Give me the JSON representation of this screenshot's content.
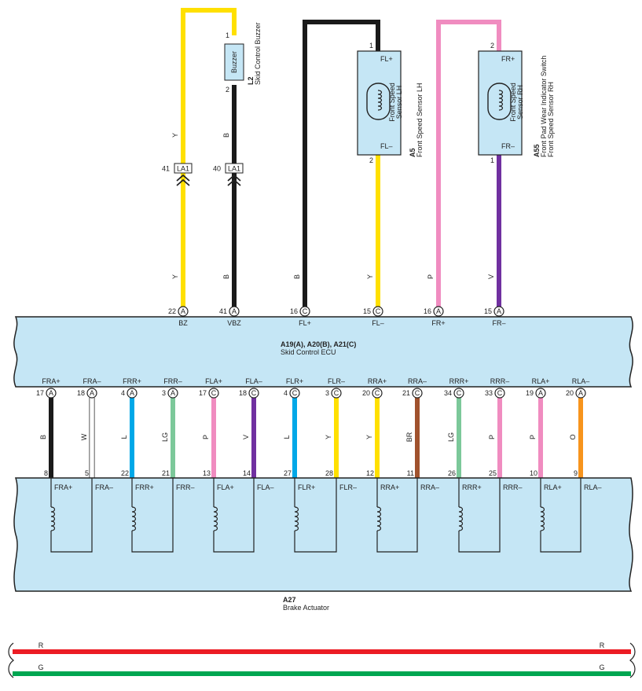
{
  "colors": {
    "Y": "#ffe000",
    "B": "#1a1a1a",
    "P": "#f08cc0",
    "V": "#7030a0",
    "W": "#ffffff",
    "L": "#00a8e8",
    "LG": "#7cc89a",
    "BR": "#a0522d",
    "O": "#f7941d",
    "R": "#ec1c24",
    "G": "#00a651",
    "box_fill": "#c5e6f5",
    "box_stroke": "#222222"
  },
  "ecu": {
    "code": "A19(A), A20(B), A21(C)",
    "name": "Skid Control ECU",
    "top_terminals": [
      {
        "pin": "22",
        "conn": "A",
        "label": "BZ"
      },
      {
        "pin": "41",
        "conn": "A",
        "label": "VBZ"
      },
      {
        "pin": "16",
        "conn": "C",
        "label": "FL+"
      },
      {
        "pin": "15",
        "conn": "C",
        "label": "FL–"
      },
      {
        "pin": "16",
        "conn": "A",
        "label": "FR+"
      },
      {
        "pin": "15",
        "conn": "A",
        "label": "FR–"
      }
    ],
    "bottom_terminals": [
      {
        "pin": "17",
        "conn": "A",
        "label": "FRA+"
      },
      {
        "pin": "18",
        "conn": "A",
        "label": "FRA–"
      },
      {
        "pin": "4",
        "conn": "A",
        "label": "FRR+"
      },
      {
        "pin": "3",
        "conn": "A",
        "label": "FRR–"
      },
      {
        "pin": "17",
        "conn": "C",
        "label": "FLA+"
      },
      {
        "pin": "18",
        "conn": "C",
        "label": "FLA–"
      },
      {
        "pin": "4",
        "conn": "C",
        "label": "FLR+"
      },
      {
        "pin": "3",
        "conn": "C",
        "label": "FLR–"
      },
      {
        "pin": "20",
        "conn": "C",
        "label": "RRA+"
      },
      {
        "pin": "21",
        "conn": "C",
        "label": "RRA–"
      },
      {
        "pin": "34",
        "conn": "C",
        "label": "RRR+"
      },
      {
        "pin": "33",
        "conn": "C",
        "label": "RRR–"
      },
      {
        "pin": "19",
        "conn": "A",
        "label": "RLA+"
      },
      {
        "pin": "20",
        "conn": "A",
        "label": "RLA–"
      }
    ]
  },
  "top_wires": [
    {
      "color": "Y",
      "upper_color_label": "Y",
      "lower_color_label": "Y"
    },
    {
      "color": "B",
      "upper_color_label": "B",
      "lower_color_label": "B"
    },
    {
      "color": "B",
      "lower_color_label": "B"
    },
    {
      "color": "Y",
      "lower_color_label": "Y"
    },
    {
      "color": "P",
      "lower_color_label": "P"
    },
    {
      "color": "V",
      "lower_color_label": "V"
    }
  ],
  "junctions": [
    {
      "pin": "41",
      "name": "LA1"
    },
    {
      "pin": "40",
      "name": "LA1"
    }
  ],
  "buzzer": {
    "code": "L2",
    "name": "Skid Control Buzzer",
    "inner_label": "Buzzer",
    "pin_top": "1",
    "pin_bottom": "2"
  },
  "sensor_lh": {
    "code": "A5",
    "name": "Front Speed Sensor LH",
    "inner_label_1": "Front Speed",
    "inner_label_2": "Sensor LH",
    "term_top": "FL+",
    "term_bottom": "FL–",
    "pin_top": "1",
    "pin_bottom": "2"
  },
  "sensor_rh": {
    "code": "A55",
    "name_1": "Front Pad Wear Indicator Switch",
    "name_2": "Front Speed Sensor RH",
    "inner_label_1": "Front Speed",
    "inner_label_2": "Sensor RH",
    "term_top": "FR+",
    "term_bottom": "FR–",
    "pin_top": "2",
    "pin_bottom": "1"
  },
  "actuator": {
    "code": "A27",
    "name": "Brake Actuator",
    "wires": [
      {
        "color": "B",
        "pin": "8",
        "term": "FRA+"
      },
      {
        "color": "W",
        "pin": "5",
        "term": "FRA–"
      },
      {
        "color": "L",
        "pin": "22",
        "term": "FRR+"
      },
      {
        "color": "LG",
        "pin": "21",
        "term": "FRR–"
      },
      {
        "color": "P",
        "pin": "13",
        "term": "FLA+"
      },
      {
        "color": "V",
        "pin": "14",
        "term": "FLA–"
      },
      {
        "color": "L",
        "pin": "27",
        "term": "FLR+"
      },
      {
        "color": "Y",
        "pin": "28",
        "term": "FLR–"
      },
      {
        "color": "Y",
        "pin": "12",
        "term": "RRA+"
      },
      {
        "color": "BR",
        "pin": "11",
        "term": "RRA–"
      },
      {
        "color": "LG",
        "pin": "26",
        "term": "RRR+"
      },
      {
        "color": "P",
        "pin": "25",
        "term": "RRR–"
      },
      {
        "color": "P",
        "pin": "10",
        "term": "RLA+"
      },
      {
        "color": "O",
        "pin": "9",
        "term": "RLA–"
      }
    ]
  },
  "power_lines": [
    {
      "color": "R",
      "label_left": "R",
      "label_right": "R"
    },
    {
      "color": "G",
      "label_left": "G",
      "label_right": "G"
    }
  ]
}
